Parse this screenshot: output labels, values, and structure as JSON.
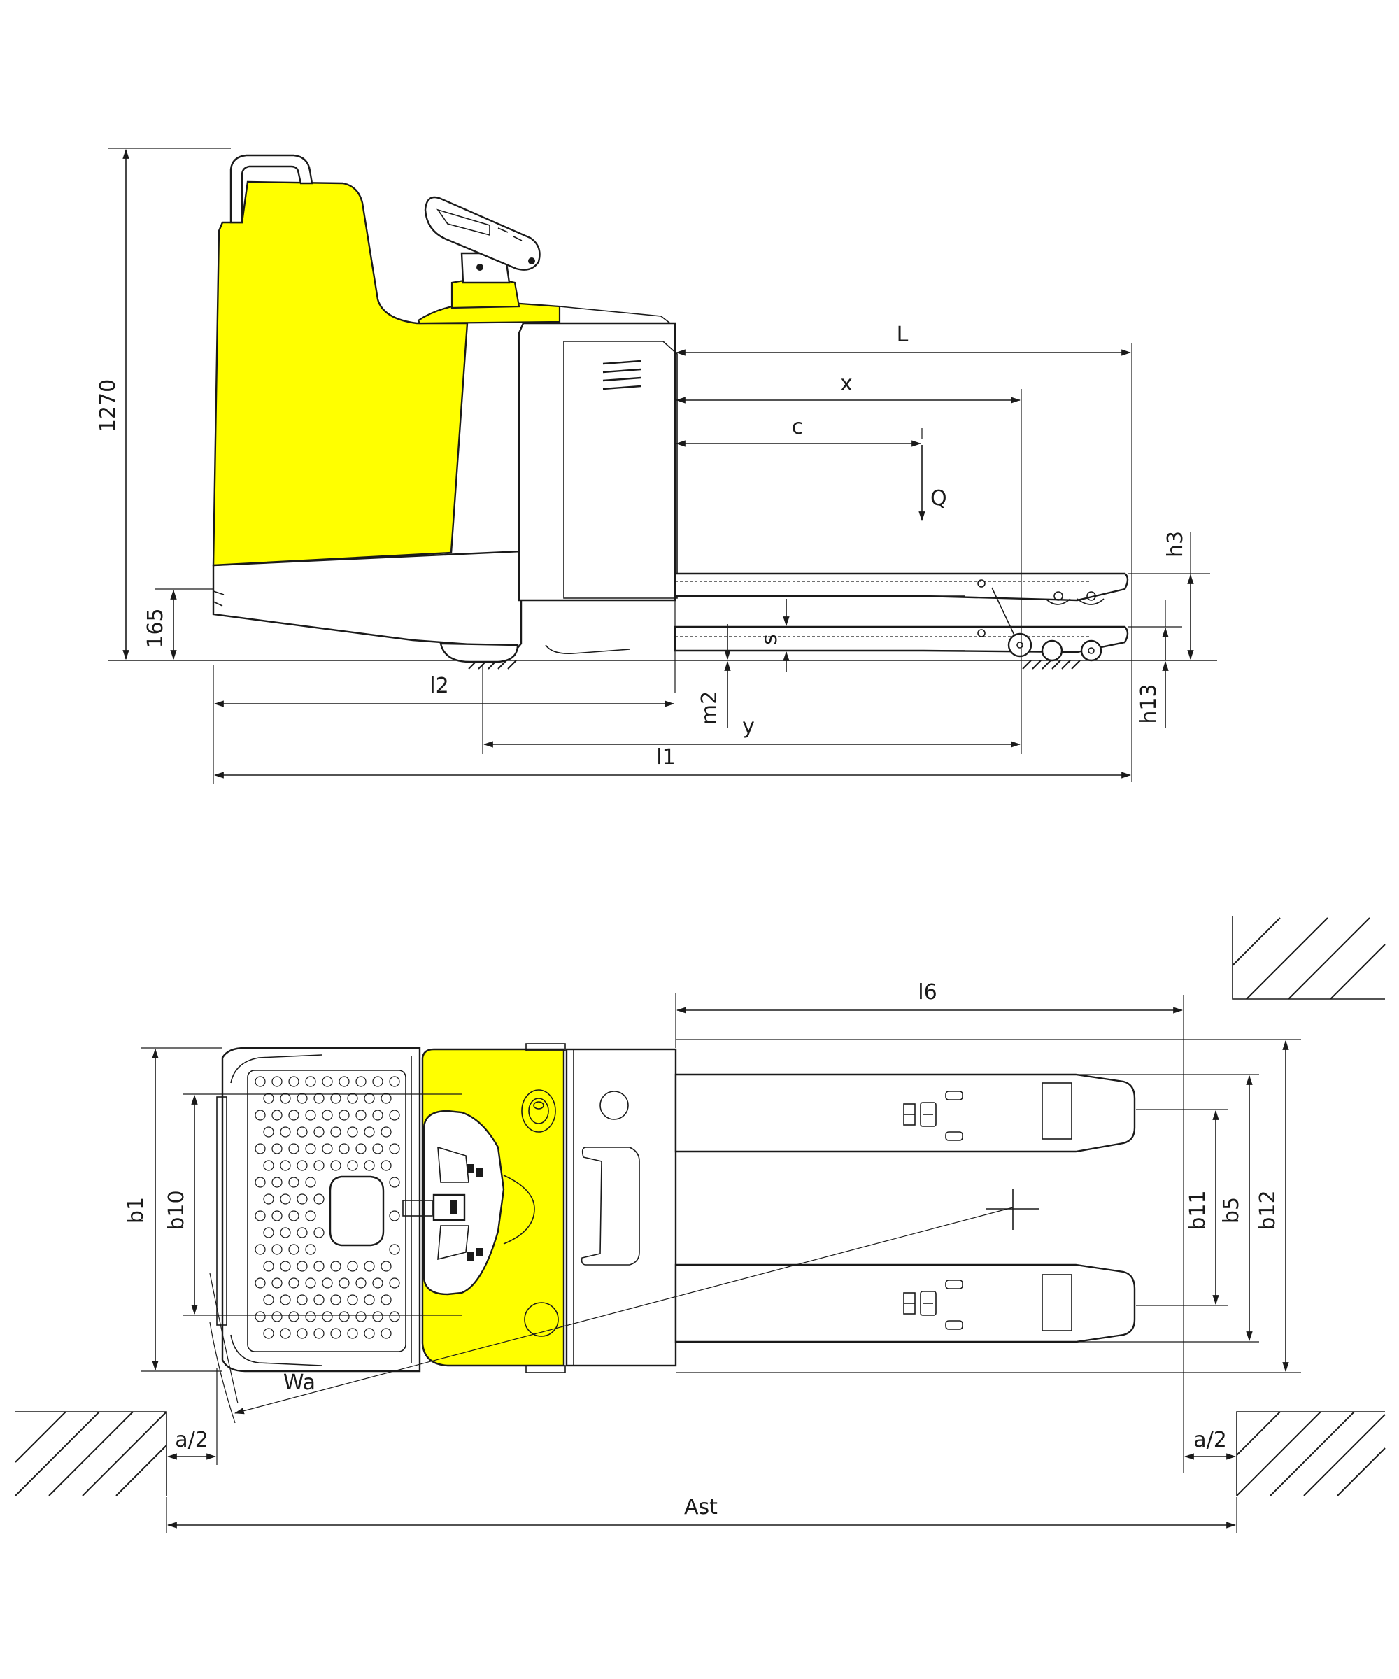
{
  "colors": {
    "accent": "#ffff00",
    "line": "#1a1a1a",
    "background": "#ffffff"
  },
  "side_view": {
    "dims": {
      "overall_height": "1270",
      "platform_height": "165",
      "L": "L",
      "x": "x",
      "c": "c",
      "Q": "Q",
      "h3": "h3",
      "s": "s",
      "h13": "h13",
      "m2": "m2",
      "l2": "l2",
      "y": "y",
      "l1": "l1"
    }
  },
  "top_view": {
    "dims": {
      "l6": "l6",
      "b1": "b1",
      "b10": "b10",
      "b11": "b11",
      "b5": "b5",
      "b12": "b12",
      "Wa": "Wa",
      "a_half_left": "a/2",
      "a_half_right": "a/2",
      "Ast": "Ast"
    }
  }
}
